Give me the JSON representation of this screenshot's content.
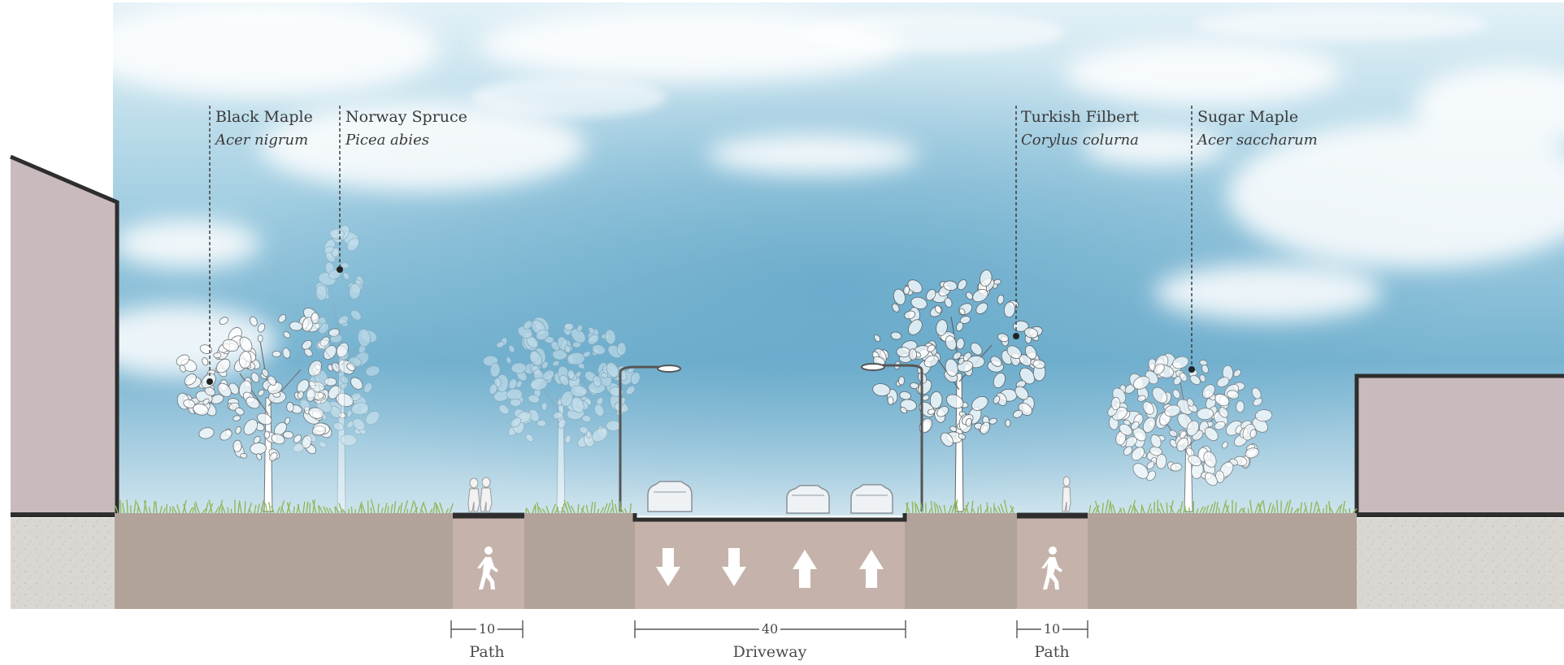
{
  "species_labels": [
    {
      "common": "Black Maple",
      "latin": "Acer nigrum"
    },
    {
      "common": "Norway Spruce",
      "latin": "Picea abies"
    },
    {
      "common": "Turkish Filbert",
      "latin": "Corylus colurna"
    },
    {
      "common": "Sugar Maple",
      "latin": "Acer saccharum"
    }
  ],
  "dimensions": [
    {
      "value": "10",
      "caption": "Path"
    },
    {
      "value": "40",
      "caption": "Driveway"
    },
    {
      "value": "10",
      "caption": "Path"
    }
  ],
  "lanes": [
    {
      "direction": "down"
    },
    {
      "direction": "down"
    },
    {
      "direction": "up"
    },
    {
      "direction": "up"
    }
  ],
  "icons": [
    "pedestrian-icon",
    "arrow-down-icon",
    "arrow-up-icon",
    "car-icon",
    "tree-icon",
    "street-light-icon"
  ],
  "colors": {
    "sky_light": "#dceef5",
    "sky_mid": "#9ccbe0",
    "sky_deep": "#6aaccb",
    "building": "#c9bbbd",
    "planting_soil": "#b1a29a",
    "paved_zone": "#c4b2aa",
    "asphalt": "#2e2e2e",
    "gravel": "#d9d6d1",
    "grass": "#9fc46a",
    "ink": "#3a3a3a"
  }
}
